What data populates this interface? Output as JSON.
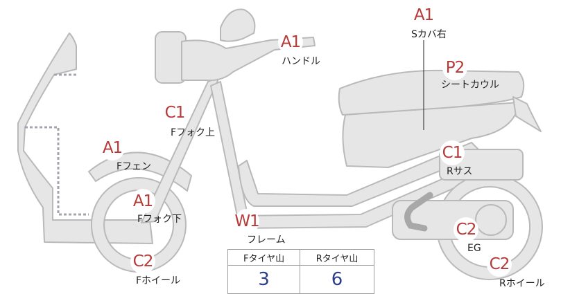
{
  "diagram": {
    "grade_badges": [
      {
        "id": "handle",
        "grade": "A1",
        "part": "ハンドル"
      },
      {
        "id": "s-cover-right",
        "grade": "A1",
        "part": "Sカバ右"
      },
      {
        "id": "seat-cowl",
        "grade": "P2",
        "part": "シートカウル"
      },
      {
        "id": "fork-upper",
        "grade": "C1",
        "part": "Fフォク上"
      },
      {
        "id": "front-fender",
        "grade": "A1",
        "part": "Fフェン"
      },
      {
        "id": "rear-suspension",
        "grade": "C1",
        "part": "Rサス"
      },
      {
        "id": "fork-lower",
        "grade": "A1",
        "part": "Fフォク下"
      },
      {
        "id": "frame",
        "grade": "W1",
        "part": "フレーム"
      },
      {
        "id": "engine",
        "grade": "C2",
        "part": "EG"
      },
      {
        "id": "front-wheel",
        "grade": "C2",
        "part": "Fホイール"
      },
      {
        "id": "rear-wheel",
        "grade": "C2",
        "part": "Rホイール"
      }
    ],
    "tire_table": {
      "headers": [
        "Fタイヤ山",
        "Rタイヤ山"
      ],
      "values": [
        "3",
        "6"
      ]
    },
    "colors": {
      "part_fill": "#e6e6e6",
      "part_stroke": "#b9b9b9",
      "grade_text": "#b63a38",
      "tire_value_text": "#2c3e8a",
      "dotted_line": "#a4a4ae"
    }
  }
}
